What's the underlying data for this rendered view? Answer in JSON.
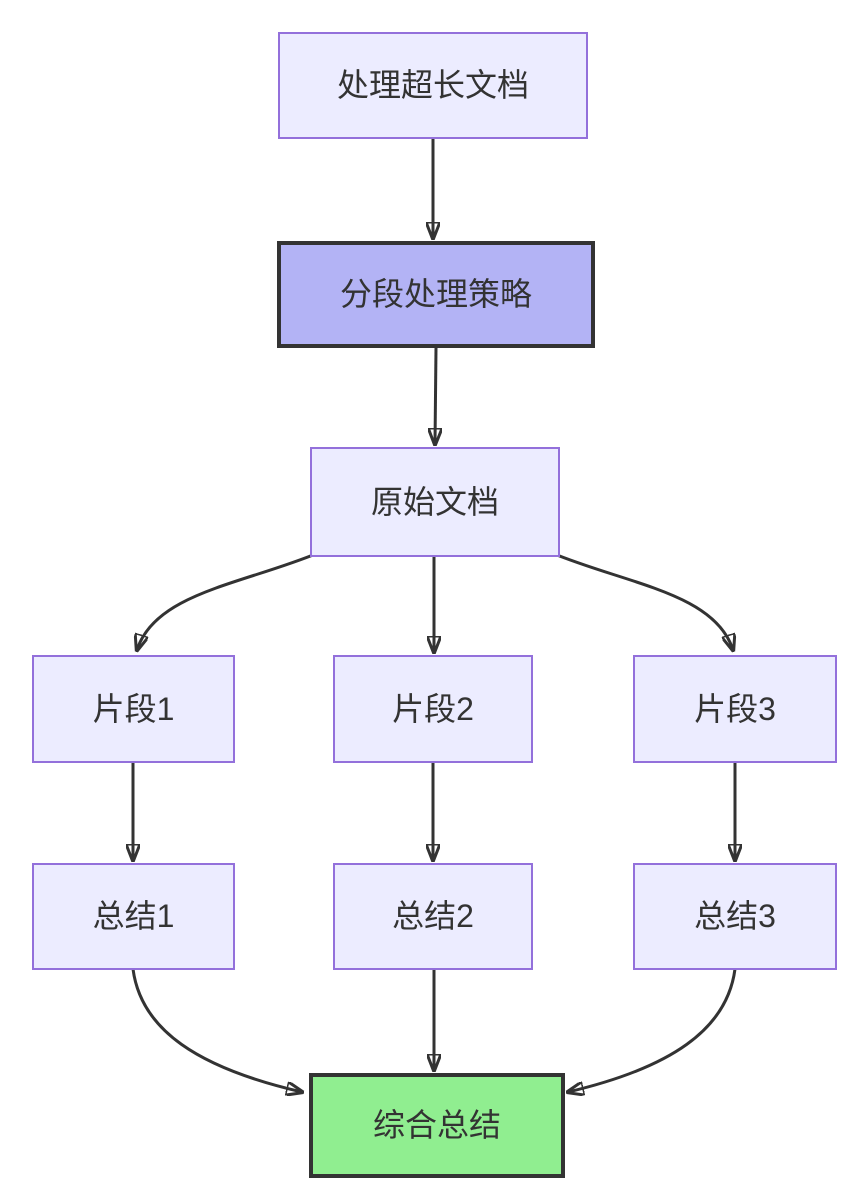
{
  "diagram": {
    "type": "flowchart",
    "direction": "top-down",
    "nodes": [
      {
        "id": "task",
        "label": "处理超长文档",
        "style": "default"
      },
      {
        "id": "strategy",
        "label": "分段处理策略",
        "style": "emphasis"
      },
      {
        "id": "source",
        "label": "原始文档",
        "style": "default"
      },
      {
        "id": "frag1",
        "label": "片段1",
        "style": "default"
      },
      {
        "id": "frag2",
        "label": "片段2",
        "style": "default"
      },
      {
        "id": "frag3",
        "label": "片段3",
        "style": "default"
      },
      {
        "id": "sum1",
        "label": "总结1",
        "style": "default"
      },
      {
        "id": "sum2",
        "label": "总结2",
        "style": "default"
      },
      {
        "id": "sum3",
        "label": "总结3",
        "style": "default"
      },
      {
        "id": "final",
        "label": "综合总结",
        "style": "result"
      }
    ],
    "edges": [
      {
        "from": "task",
        "to": "strategy"
      },
      {
        "from": "strategy",
        "to": "source"
      },
      {
        "from": "source",
        "to": "frag1"
      },
      {
        "from": "source",
        "to": "frag2"
      },
      {
        "from": "source",
        "to": "frag3"
      },
      {
        "from": "frag1",
        "to": "sum1"
      },
      {
        "from": "frag2",
        "to": "sum2"
      },
      {
        "from": "frag3",
        "to": "sum3"
      },
      {
        "from": "sum1",
        "to": "final"
      },
      {
        "from": "sum2",
        "to": "final"
      },
      {
        "from": "sum3",
        "to": "final"
      }
    ],
    "colors": {
      "node_fill": "#ECECFF",
      "node_border": "#9370DB",
      "emphasis_fill": "#b3b3f5",
      "emphasis_border": "#333333",
      "result_fill": "#90ee90",
      "result_border": "#333333",
      "edge": "#333333",
      "text": "#333333",
      "background": "#ffffff"
    }
  }
}
